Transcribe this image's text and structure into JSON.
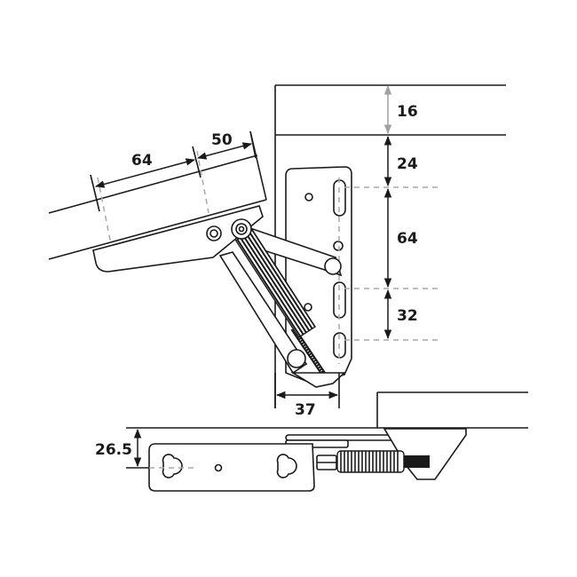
{
  "diagram": {
    "type": "technical-drawing",
    "subject": "lift-up flap hinge (spring loaded) with mounting dimensions",
    "colors": {
      "line": "#1a1a1a",
      "guide": "#a8a8a8",
      "background": "#ffffff"
    },
    "dimensions": {
      "lid_hole_spacing": "64",
      "lid_edge_offset": "50",
      "panel_thickness": "16",
      "top_offset": "24",
      "slot_spacing": "64",
      "lower_slot_spacing": "32",
      "plate_width": "37",
      "bottom_offset": "26.5"
    }
  }
}
